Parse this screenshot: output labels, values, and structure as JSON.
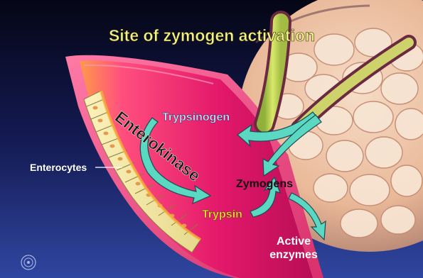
{
  "title": "Site of zymogen activation",
  "labels": {
    "enzyme": "Enterokinase",
    "cells": "Enterocytes",
    "precursor": "Trypsinogen",
    "active_protease": "Trypsin",
    "zymogens": "Zymogens",
    "active_line1": "Active",
    "active_line2": "enzymes"
  },
  "colors": {
    "background_top": "#0b0d2e",
    "background_bottom": "#2a3f94",
    "lumen_wall": "#e0206a",
    "title": "#f5f08a",
    "trypsin_label": "#f2e23c",
    "trypsinogen_label": "#cfe6ff",
    "arrow": "#58d8c0"
  },
  "icons": [
    "slide-logo-icon"
  ]
}
